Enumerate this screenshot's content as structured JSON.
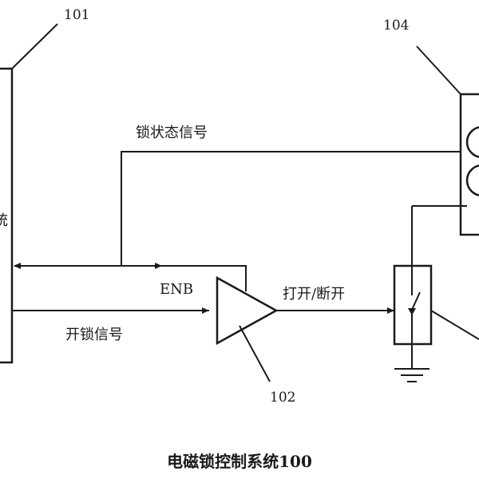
{
  "refs": {
    "controller": "101",
    "buffer": "102",
    "lock": "104"
  },
  "labels": {
    "lock_status": "锁状态信号",
    "enable": "ENB",
    "open_close": "打开/断开",
    "unlock_signal": "开锁信号",
    "controller_partial": "统"
  },
  "caption": "电磁锁控制系统100"
}
